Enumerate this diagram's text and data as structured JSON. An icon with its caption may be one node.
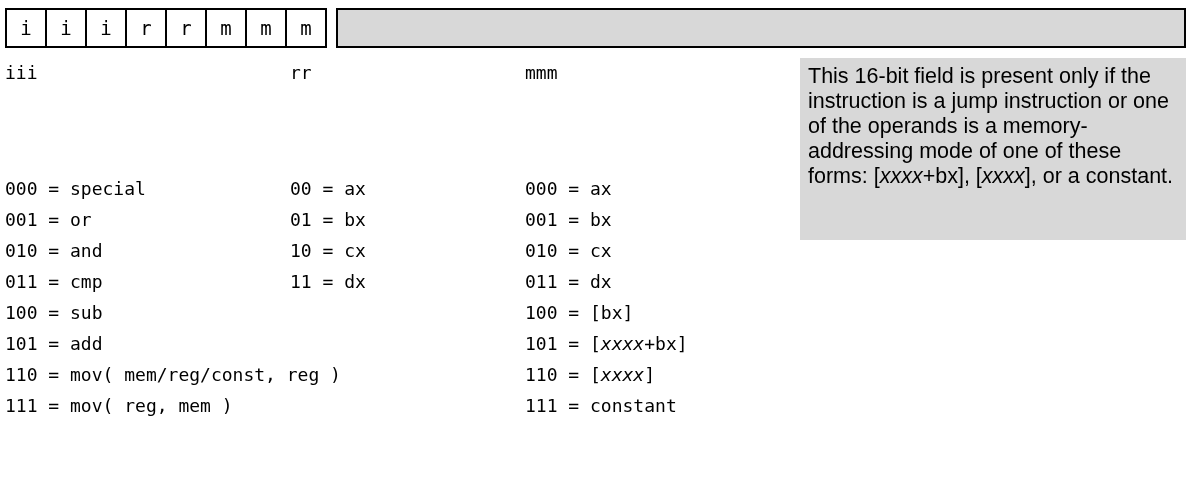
{
  "diagram": {
    "nodes": [
      {
        "text": [
          "i"
        ]
      },
      {
        "text": [
          "i"
        ]
      },
      {
        "text": [
          "i"
        ]
      },
      {
        "text": [
          "r"
        ]
      },
      {
        "text": [
          "r"
        ]
      },
      {
        "text": [
          "m"
        ]
      },
      {
        "text": [
          "m"
        ]
      },
      {
        "text": [
          "m"
        ]
      },
      {
        "text": [],
        "shape": "box"
      },
      {
        "text": [
          "This 16-bit field is present only if the instruction is a jump instruction or one of the operands is a memory-addressing mode of one of these forms: [*xxxx*+bx], [*xxxx*], or a constant."
        ]
      }
    ],
    "labels": [
      "iii",
      "rr",
      "mmm",
      "000 = special",
      "00 = ax",
      "000 = ax",
      "001 = or",
      "01 = bx",
      "001 = bx",
      "010 = and",
      "10 = cx",
      "010 = cx",
      "011 = cmp",
      "11 = dx",
      "011 = dx",
      "100 = sub",
      "100 = [bx]",
      "101 = add",
      "101 = [*xxxx*+bx]",
      "110 = mov( mem/reg/const, reg )",
      "110 = [*xxxx*]",
      "111 = mov( reg, mem )",
      "111 = constant"
    ]
  }
}
